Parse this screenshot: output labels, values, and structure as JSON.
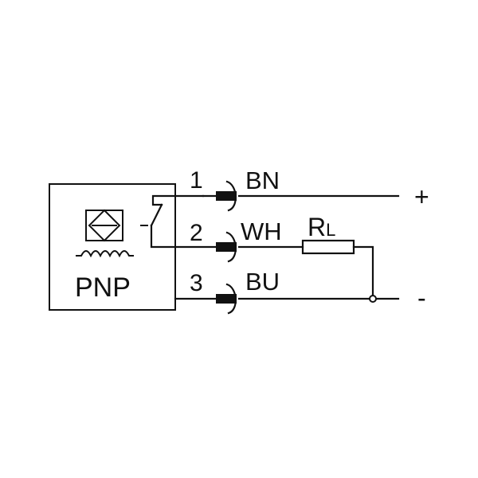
{
  "diagram": {
    "sensor_type": "PNP",
    "pins": [
      {
        "number": "1",
        "color": "BN"
      },
      {
        "number": "2",
        "color": "WH"
      },
      {
        "number": "3",
        "color": "BU"
      }
    ],
    "load": {
      "label": "R",
      "subscript": "L"
    },
    "terminals": {
      "positive": "+",
      "negative": "-"
    },
    "colors": {
      "stroke": "#111111",
      "background": "#ffffff"
    }
  }
}
